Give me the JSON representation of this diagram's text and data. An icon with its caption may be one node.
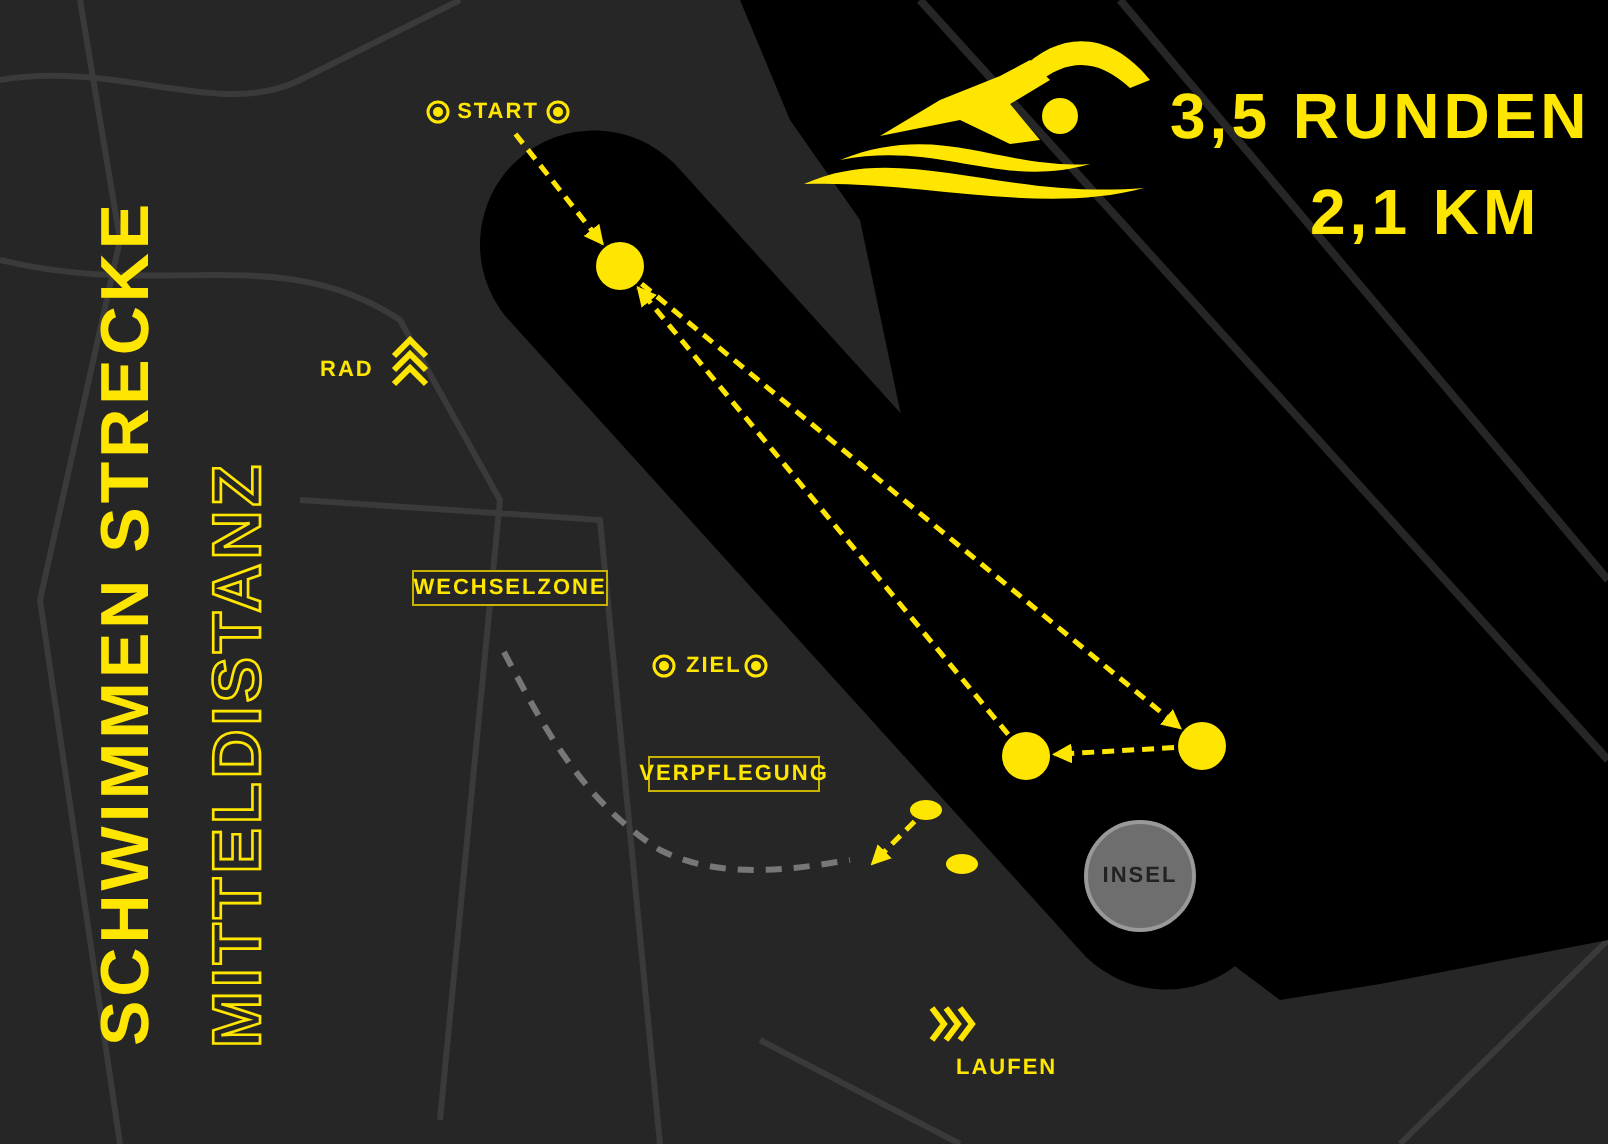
{
  "diagram": {
    "title": "SCHWIMMEN STRECKE",
    "nodes": [
      {
        "text": [
          "START"
        ]
      },
      {
        "text": [],
        "shape": "circle"
      },
      {
        "text": [
          "WECHSELZONE"
        ]
      },
      {
        "text": [
          "VERPFLEGUNG"
        ]
      },
      {
        "text": [],
        "shape": "circle"
      },
      {
        "text": [],
        "shape": "circle"
      },
      {
        "text": [],
        "shape": "ellipse"
      },
      {
        "text": [],
        "shape": "ellipse"
      },
      {
        "text": [
          "INSEL"
        ]
      }
    ],
    "edges": [
      {
        "from": 0,
        "to": 1,
        "arrow": "to"
      },
      {
        "from": 1,
        "to": 4,
        "arrow": "to"
      },
      {
        "from": 4,
        "to": 5,
        "arrow": "to"
      },
      {
        "from": 5,
        "to": 1,
        "arrow": "to"
      },
      {
        "from": 6,
        "to": null,
        "arrow": "to"
      }
    ],
    "labels": [
      "MITTELDISTANZ",
      "3,5 RUNDEN",
      "2,1 KM",
      "RAD",
      "ZIEL",
      "LAUFEN"
    ]
  }
}
